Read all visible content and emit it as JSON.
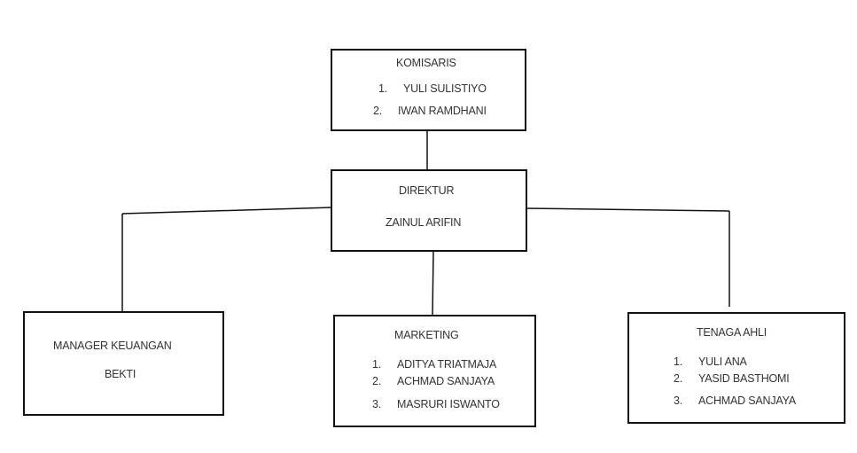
{
  "komisaris": {
    "title": "KOMISARIS",
    "members": [
      "1.",
      "YULI SULISTIYO",
      "2.",
      "IWAN RAMDHANI"
    ]
  },
  "direktur": {
    "title": "DIREKTUR",
    "name": "ZAINUL ARIFIN"
  },
  "manager_keuangan": {
    "title": "MANAGER KEUANGAN",
    "name": "BEKTI"
  },
  "marketing": {
    "title": "MARKETING",
    "members": [
      "1.",
      "ADITYA TRIATMAJA",
      "2.",
      "ACHMAD SANJAYA",
      "3.",
      "MASRURI ISWANTO"
    ]
  },
  "tenaga_ahli": {
    "title": "TENAGA AHLI",
    "members": [
      "1.",
      "YULI ANA",
      "2.",
      "YASID BASTHOMI",
      "3.",
      "ACHMAD SANJAYA"
    ]
  }
}
